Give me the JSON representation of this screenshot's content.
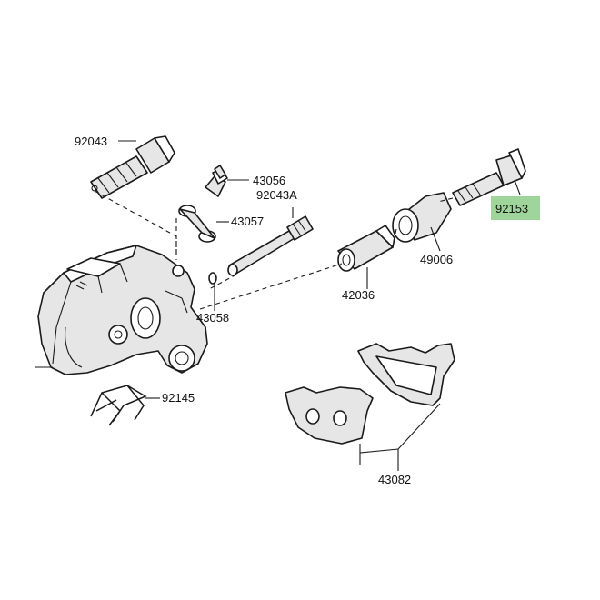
{
  "parts": [
    {
      "id": "p1",
      "number": "92043"
    },
    {
      "id": "p2",
      "number": "43056"
    },
    {
      "id": "p3",
      "number": "92043A"
    },
    {
      "id": "p4",
      "number": "43057"
    },
    {
      "id": "p5",
      "number": "92153"
    },
    {
      "id": "p6",
      "number": "49006"
    },
    {
      "id": "p7",
      "number": "42036"
    },
    {
      "id": "p8",
      "number": "43058"
    },
    {
      "id": "p9",
      "number": "92145"
    },
    {
      "id": "p10",
      "number": "43082"
    }
  ],
  "highlight_color": "#9fd59a"
}
